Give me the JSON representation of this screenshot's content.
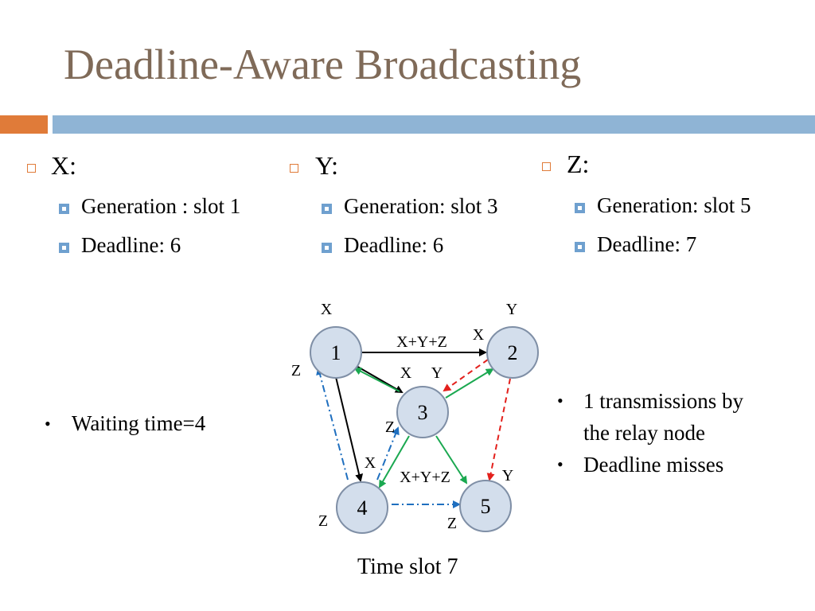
{
  "title": "Deadline-Aware Broadcasting",
  "packets": [
    {
      "name": "X:",
      "generation": "Generation : slot 1",
      "deadline": "Deadline: 6"
    },
    {
      "name": "Y:",
      "generation": "Generation: slot 3",
      "deadline": "Deadline: 6"
    },
    {
      "name": "Z:",
      "generation": "Generation: slot 5",
      "deadline": "Deadline: 7"
    }
  ],
  "left_note": "Waiting time=4",
  "right_notes": [
    "1 transmissions by",
    "the relay node",
    "Deadline misses"
  ],
  "diagram": {
    "nodes": [
      "1",
      "2",
      "3",
      "4",
      "5"
    ],
    "labels": {
      "x_near_1": "X",
      "y_near_2": "Y",
      "x_near_2": "X",
      "xyz_top": "X+Y+Z",
      "z_near_1": "Z",
      "x_mid": "X",
      "y_mid": "Y",
      "z_near_3": "Z",
      "x_near_4": "X",
      "xyz_bottom": "X+Y+Z",
      "y_near_5": "Y",
      "z_near_4": "Z",
      "z_near_5": "Z"
    },
    "colors": {
      "node_fill": "#d3deec",
      "node_stroke": "#7f8fa6",
      "black_edge": "#000000",
      "green_edge": "#1aa850",
      "red_edge": "#e3201c",
      "blue_edge": "#1f6fbf"
    }
  },
  "footer": "Time slot 7"
}
